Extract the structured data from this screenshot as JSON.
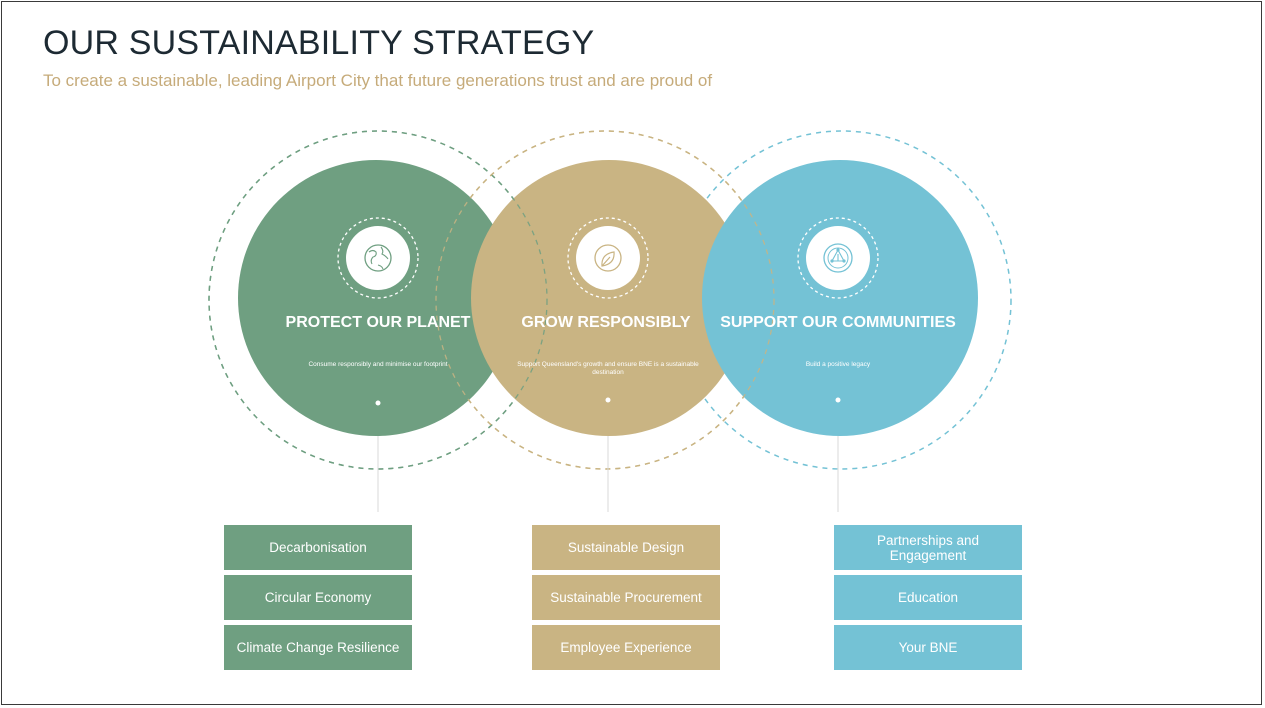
{
  "header": {
    "title": "OUR SUSTAINABILITY STRATEGY",
    "subtitle": "To create a sustainable, leading Airport City that future generations trust and are proud of"
  },
  "colors": {
    "green": "#6f9f81",
    "tan": "#c9b483",
    "blue": "#74c2d5",
    "title": "#1d2a33",
    "subtitle": "#c6ab7a"
  },
  "pillars": [
    {
      "title": "PROTECT OUR PLANET",
      "description": "Consume responsibly and minimise our footprint",
      "icon": "globe-icon",
      "color": "#6f9f81",
      "focus_areas": [
        "Decarbonisation",
        "Circular Economy",
        "Climate Change Resilience"
      ]
    },
    {
      "title": "GROW RESPONSIBLY",
      "description": "Support Queensland's growth and ensure BNE is a sustainable destination",
      "icon": "leaf-icon",
      "color": "#c9b483",
      "focus_areas": [
        "Sustainable Design",
        "Sustainable Procurement",
        "Employee Experience"
      ]
    },
    {
      "title": "SUPPORT OUR COMMUNITIES",
      "description": "Build a positive legacy",
      "icon": "community-icon",
      "color": "#74c2d5",
      "focus_areas": [
        "Partnerships and Engagement",
        "Education",
        "Your BNE"
      ]
    }
  ]
}
